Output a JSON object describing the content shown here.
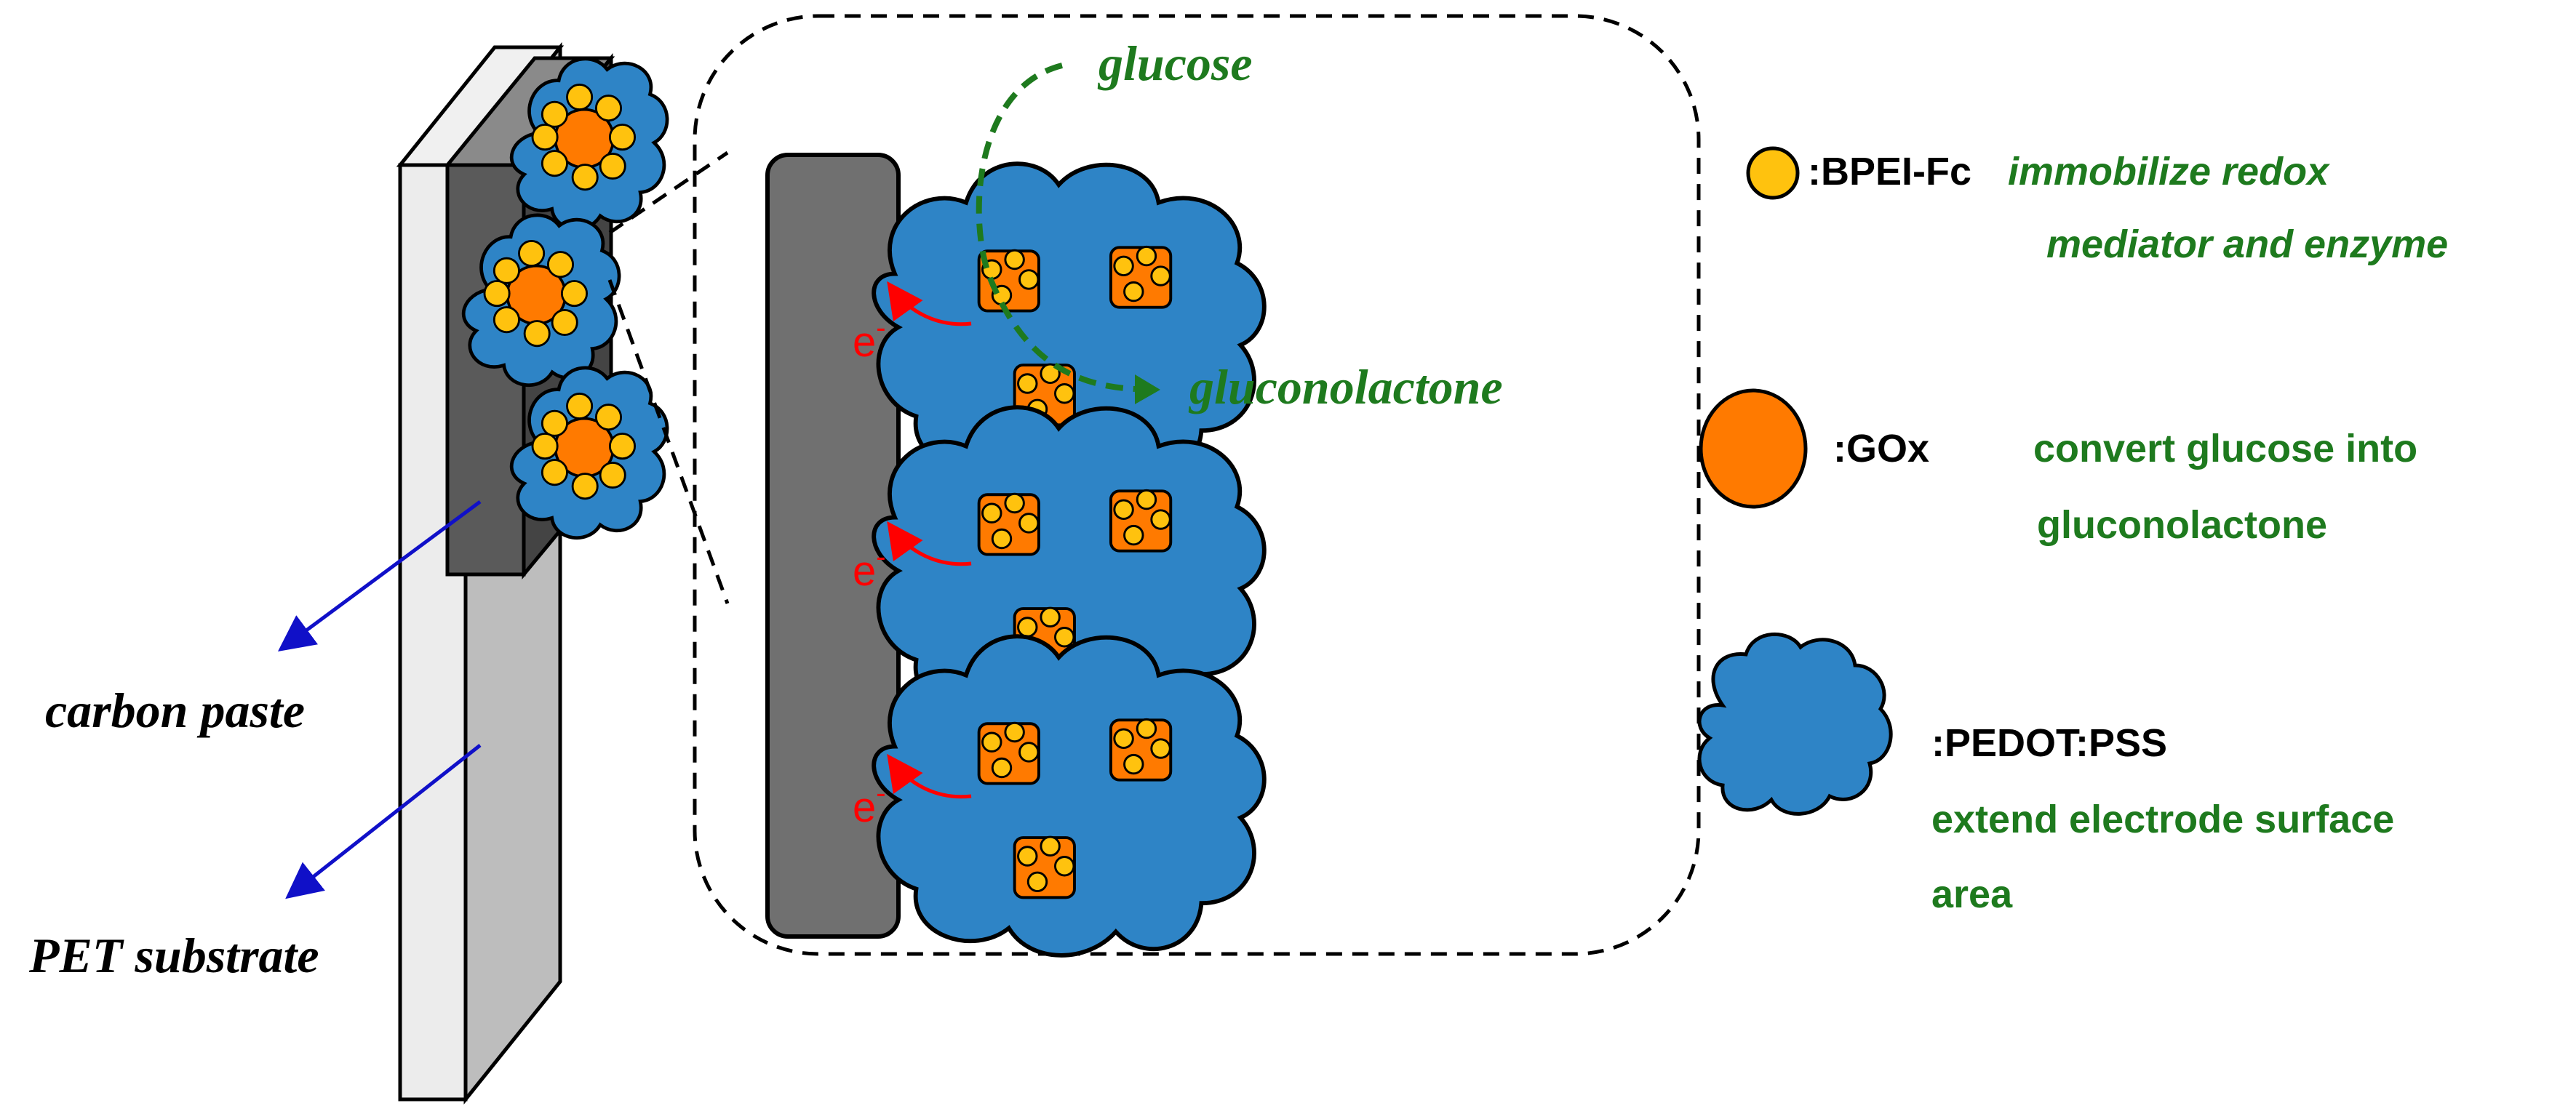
{
  "labels": {
    "glucose": "glucose",
    "gluconolactone": "gluconolactone",
    "electron": "e",
    "electron_sup": "-",
    "carbon_paste": "carbon paste",
    "pet_substrate": "PET substrate"
  },
  "legend": {
    "bpei": {
      "symbol": ":BPEI-Fc",
      "line1": "immobilize redox",
      "line2": "mediator and enzyme"
    },
    "gox": {
      "symbol": ":GOx",
      "line1": "convert glucose into",
      "line2": "gluconolactone"
    },
    "pedot": {
      "symbol": ":PEDOT:PSS",
      "line1": "extend electrode surface",
      "line2": "area"
    }
  },
  "colors": {
    "pedot_blue": "#2E84C6",
    "gox_orange": "#FF7A00",
    "bpei_yellow": "#FFC20E",
    "green_text": "#1E7A1E",
    "electron_red": "#FF0000",
    "pointer_blue": "#1010C8",
    "electrode_gray": "#707070",
    "carbon_dark": "#555555",
    "pet_light": "#E8E8E8"
  }
}
